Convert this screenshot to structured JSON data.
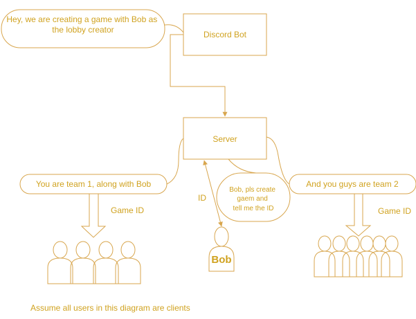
{
  "nodes": {
    "speech_top": "Hey, we are creating a game with Bob as the lobby creator",
    "discord_bot": "Discord Bot",
    "server": "Server",
    "team1_bubble": "You are team 1, along with Bob",
    "team2_bubble": "And you guys are team 2",
    "bob_bubble": "Bob, pls create gaem and tell me the ID",
    "bob": "Bob"
  },
  "edge_labels": {
    "id": "ID",
    "game_id_left": "Game ID",
    "game_id_right": "Game ID"
  },
  "footnote": "Assume all users in this diagram are clients",
  "colors": {
    "stroke": "#d8a64e",
    "text": "#d0a21f"
  }
}
